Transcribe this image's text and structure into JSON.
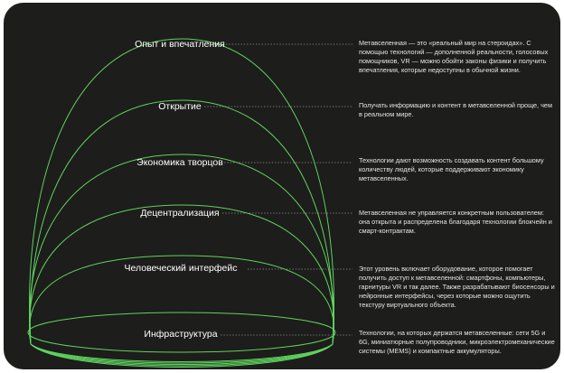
{
  "colors": {
    "background": "#1d1d1b",
    "ring": "#5fd35f",
    "leader": "#8a8a8a",
    "text": "#ffffff"
  },
  "layers": [
    {
      "title": "Опыт и впечатления",
      "description": "Метавселенная — это «реальный мир на стероидах». С помощью технологий — дополненной реальности, голосовых помощников, VR — можно обойти законы физики и получить впечатления, которые недоступны в обычной жизни."
    },
    {
      "title": "Открытие",
      "description": "Получать информацию и контент в метавселенной проще, чем в реальном мире."
    },
    {
      "title": "Экономика творцов",
      "description": "Технологии дают возможность создавать контент большому количеству людей, которые поддерживают экономику метавселенных."
    },
    {
      "title": "Децентрализация",
      "description": "Метавселенная не управляется конкретным пользователем: она открыта и распределена благодаря технологии блокчейн и смарт-контрактам."
    },
    {
      "title": "Человеческий интерфейс",
      "description": "Этот уровень включает оборудование, которое помогает получить доступ к метавселенной: смартфоны, компьютеры, гарнитуры VR и так далее. Также разрабатывают биосенсоры и нейронные интерфейсы, через которые можно ощутить текстуру виртуального объекта."
    },
    {
      "title": "Инфраструктура",
      "description": "Технологии, на которых держатся метавселенные: сети 5G и 6G, миниатюрные полупроводники, микроэлектромеханические системы (MEMS) и компактные аккумуляторы."
    }
  ]
}
